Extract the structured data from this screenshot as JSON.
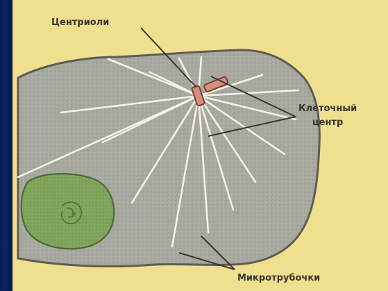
{
  "diagram": {
    "labels": {
      "centrioles": "Центриоли",
      "cell_center_line1": "Клеточный",
      "cell_center_line2": "центр",
      "microtubules": "Микротрубочки"
    },
    "colors": {
      "paper": "#efe08f",
      "cytoplasm": "#a8a99f",
      "cytoplasm_edge": "#5d5d55",
      "nucleus": "#7fa35a",
      "nucleus_edge": "#4d6a36",
      "centriole": "#d48f7e",
      "centriole_edge": "#7a3e2e",
      "rays": "#f5f2ea",
      "leader_lines": "#3a352e",
      "background": "#0a1a4a"
    }
  }
}
